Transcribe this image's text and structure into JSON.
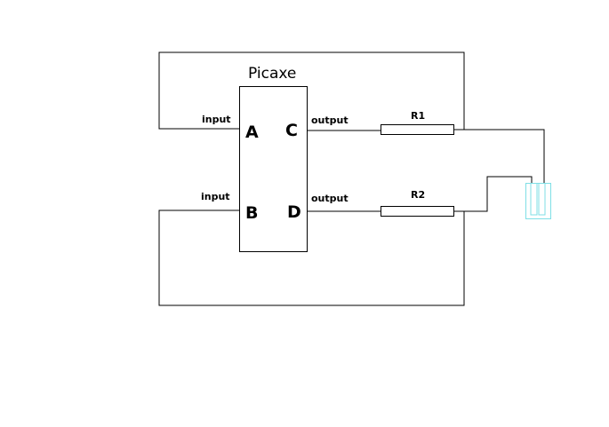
{
  "diagram": {
    "title": "Picaxe",
    "pins": {
      "a": "A",
      "b": "B",
      "c": "C",
      "d": "D"
    },
    "input_label_top": "input",
    "input_label_bottom": "input",
    "output_label_top": "output",
    "output_label_bottom": "output",
    "resistor_1": "R1",
    "resistor_2": "R2",
    "colors": {
      "wire": "#000000",
      "component": "#7fdfe6",
      "background": "#ffffff"
    }
  }
}
